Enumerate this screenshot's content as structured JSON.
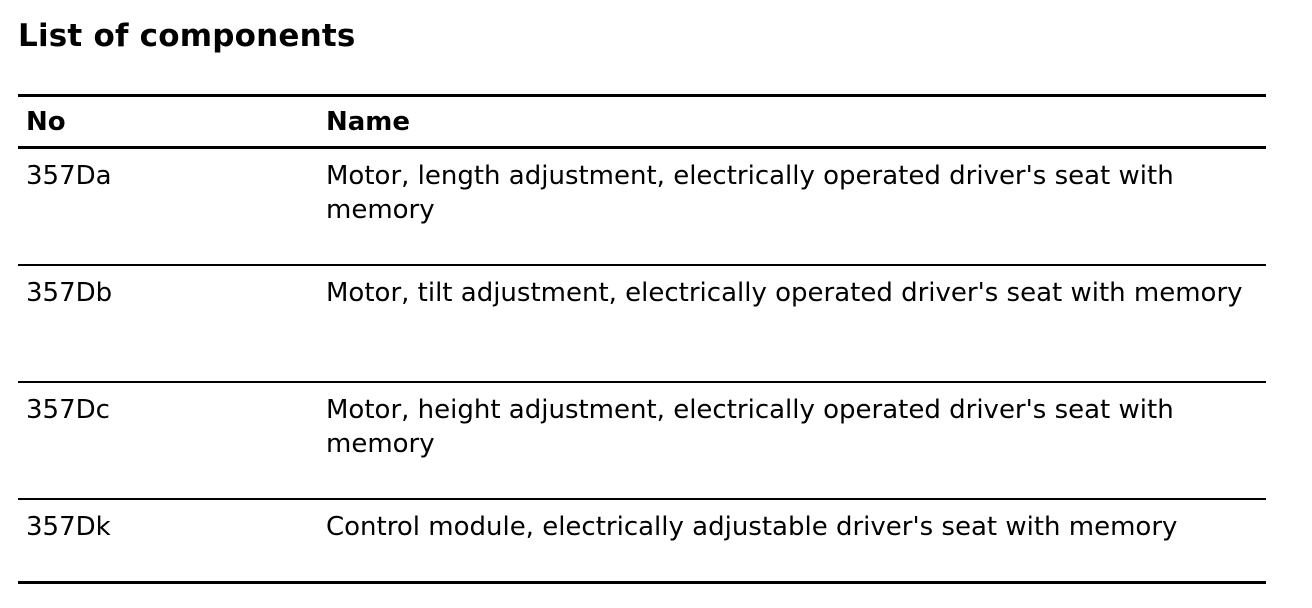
{
  "document": {
    "heading": "List of components",
    "table": {
      "columns": [
        "No",
        "Name"
      ],
      "rows": [
        {
          "no": "357Da",
          "name": "Motor, length adjustment, electrically operated driver's seat with memory"
        },
        {
          "no": "357Db",
          "name": "Motor, tilt adjustment, electrically operated driver's seat with memory"
        },
        {
          "no": "357Dc",
          "name": "Motor, height adjustment, electrically operated driver's seat with memory"
        },
        {
          "no": "357Dk",
          "name": "Control module, electrically adjustable driver's seat with memory"
        }
      ]
    }
  }
}
